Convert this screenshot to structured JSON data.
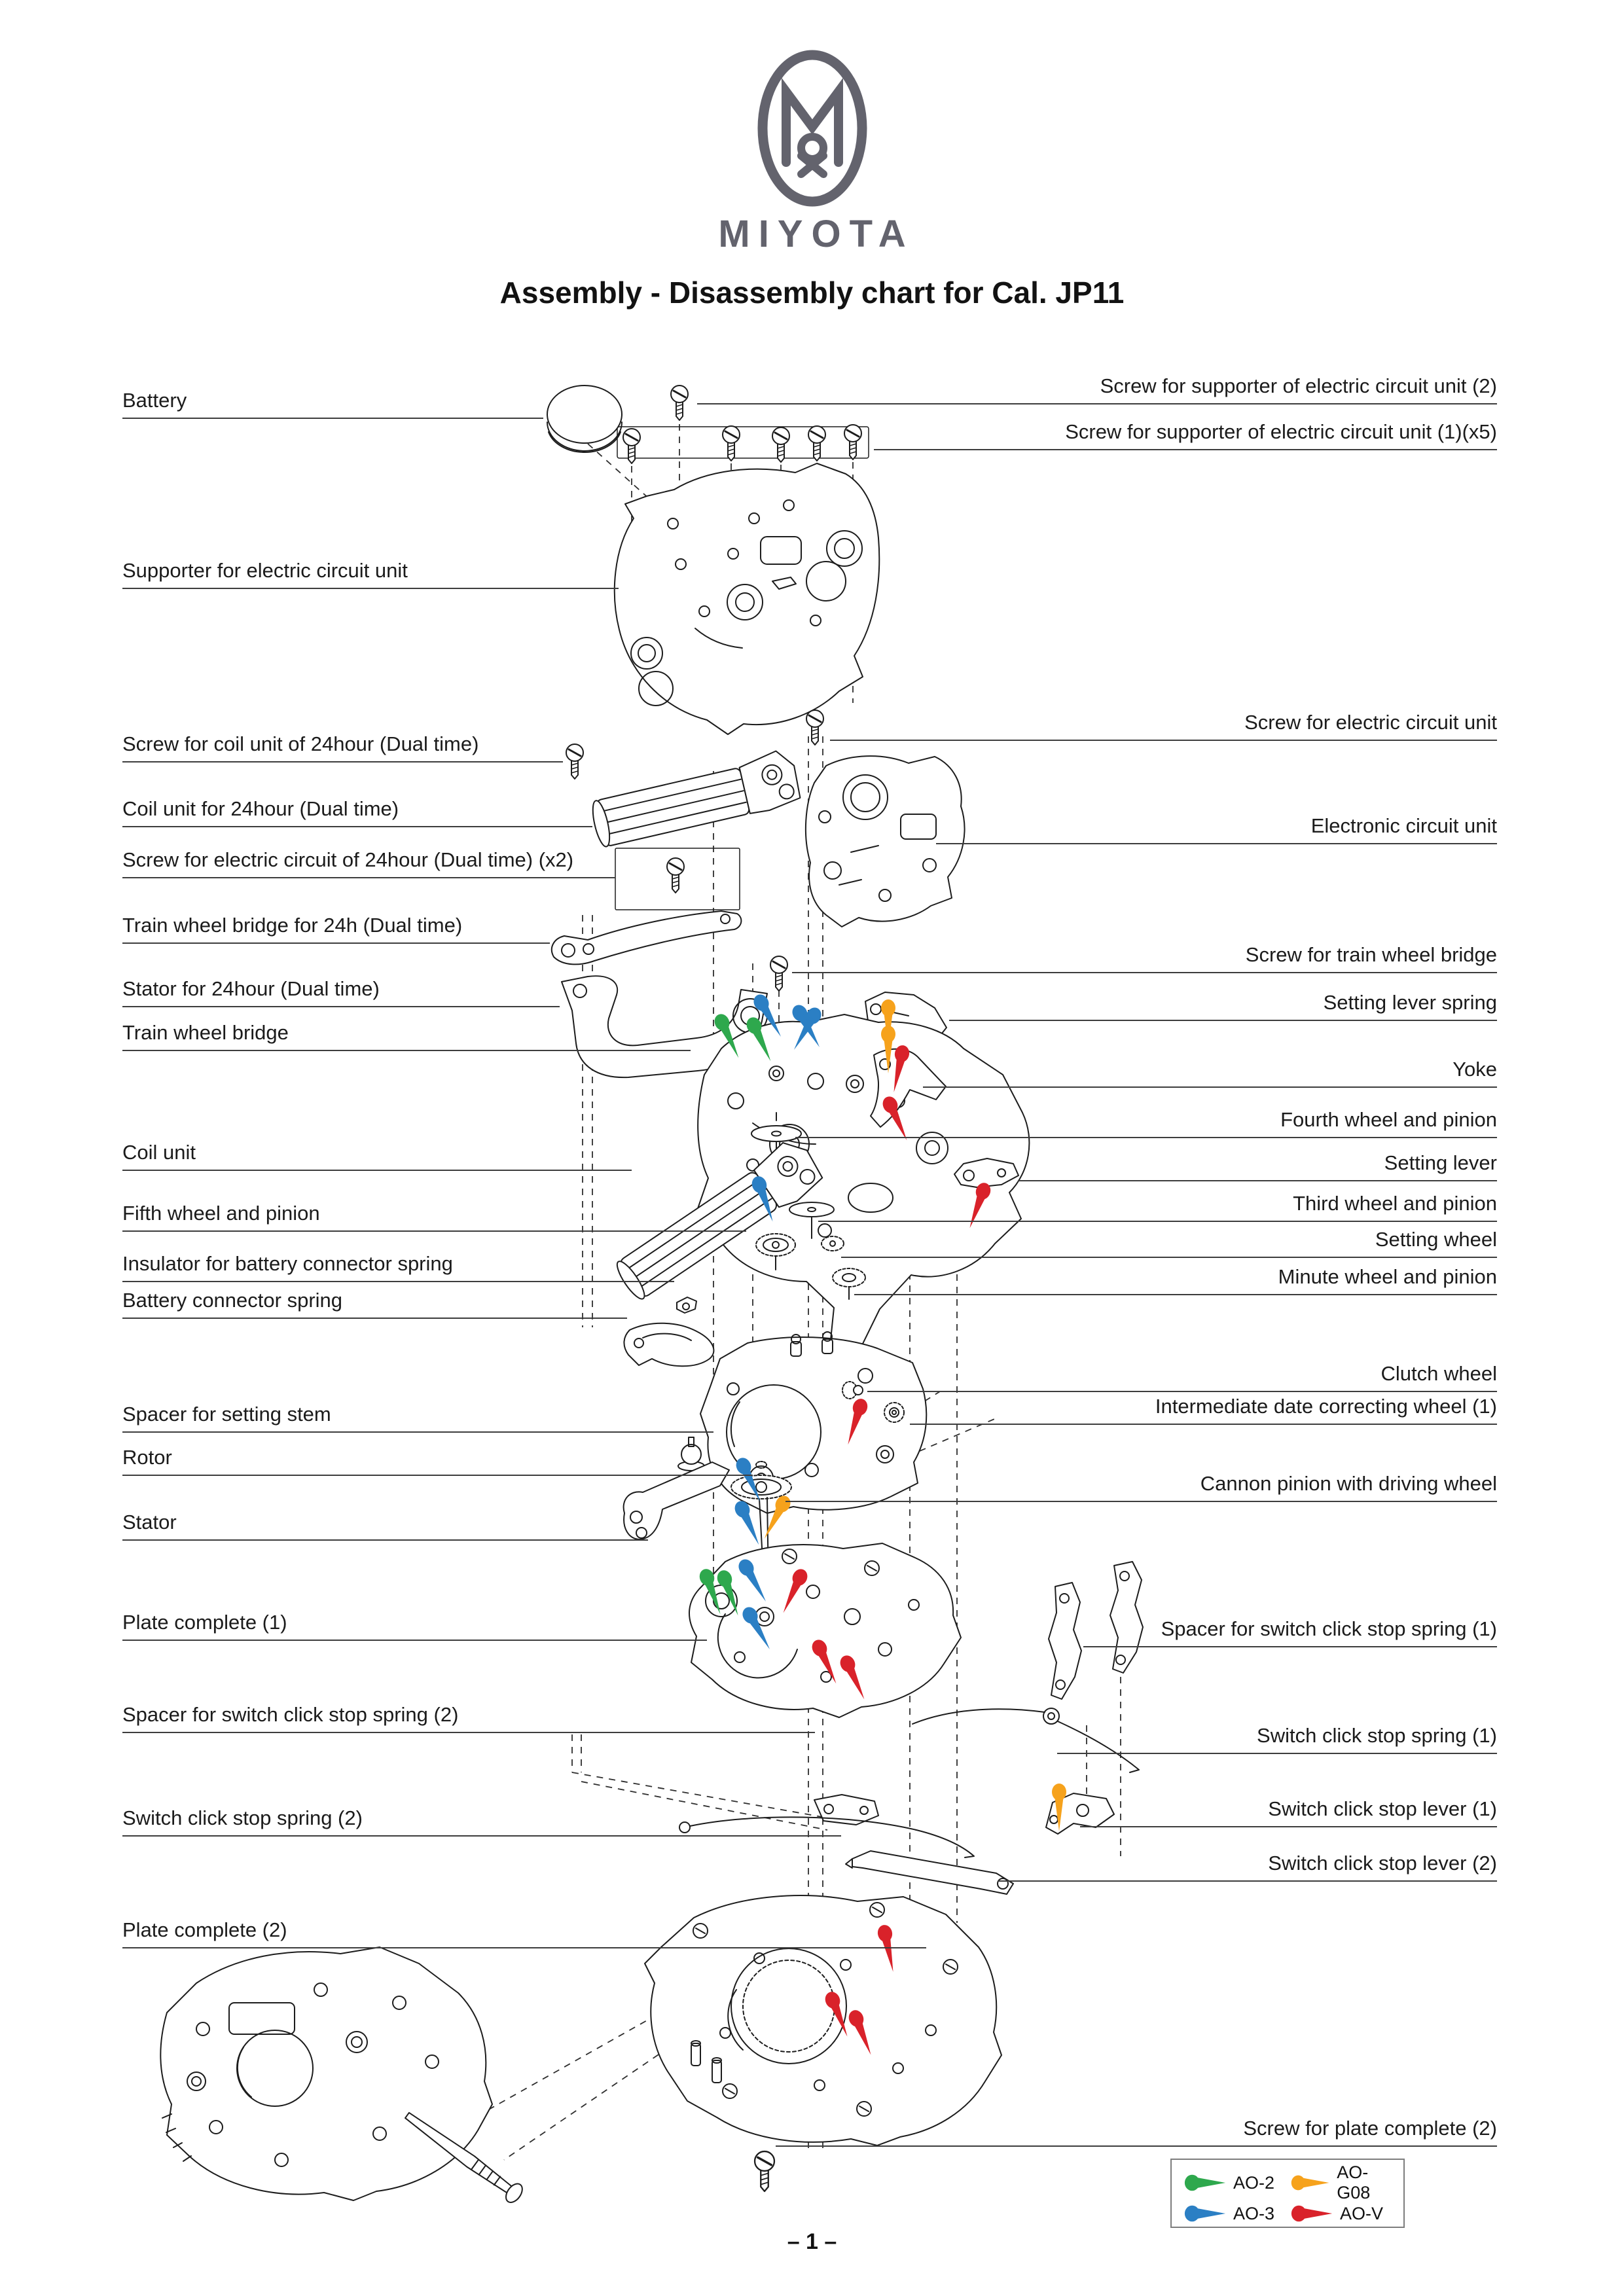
{
  "logo": {
    "brand": "MIYOTA"
  },
  "title": "Assembly - Disassembly chart for Cal. JP11",
  "page": {
    "page_number": "– 1 –"
  },
  "labels": {
    "left": [
      {
        "text": "Battery"
      },
      {
        "text": "Supporter for electric circuit unit"
      },
      {
        "text": "Screw for coil unit of 24hour (Dual time)"
      },
      {
        "text": "Coil unit for 24hour (Dual time)"
      },
      {
        "text": "Screw for electric circuit of 24hour (Dual time) (x2)"
      },
      {
        "text": "Train wheel bridge for 24h (Dual time)"
      },
      {
        "text": "Stator for 24hour (Dual time)"
      },
      {
        "text": "Train wheel bridge"
      },
      {
        "text": "Coil unit"
      },
      {
        "text": "Fifth wheel and pinion"
      },
      {
        "text": "Insulator for battery connector spring"
      },
      {
        "text": "Battery connector spring"
      },
      {
        "text": "Spacer for setting stem"
      },
      {
        "text": "Rotor"
      },
      {
        "text": "Stator"
      },
      {
        "text": "Plate complete (1)"
      },
      {
        "text": "Spacer for switch click stop spring (2)"
      },
      {
        "text": "Switch click stop spring (2)"
      },
      {
        "text": "Plate complete (2)"
      }
    ],
    "right": [
      {
        "text": "Screw for supporter of electric circuit unit (2)"
      },
      {
        "text": "Screw for supporter of electric circuit unit (1)(x5)"
      },
      {
        "text": "Screw for electric circuit unit"
      },
      {
        "text": "Electronic circuit unit"
      },
      {
        "text": "Screw for train wheel bridge"
      },
      {
        "text": "Setting lever spring"
      },
      {
        "text": "Yoke"
      },
      {
        "text": "Fourth wheel and pinion"
      },
      {
        "text": "Setting lever"
      },
      {
        "text": "Third wheel and pinion"
      },
      {
        "text": "Setting wheel"
      },
      {
        "text": "Minute wheel and pinion"
      },
      {
        "text": "Clutch wheel"
      },
      {
        "text": "Intermediate date correcting wheel (1)"
      },
      {
        "text": "Cannon pinion with driving wheel"
      },
      {
        "text": "Spacer for switch click stop spring (1)"
      },
      {
        "text": "Switch click stop spring (1)"
      },
      {
        "text": "Switch click stop lever (1)"
      },
      {
        "text": "Switch click stop lever (2)"
      },
      {
        "text": "Screw for plate complete (2)"
      }
    ]
  },
  "legend": {
    "entries": [
      {
        "label": "AO-2",
        "color": "#2EA84D"
      },
      {
        "label": "AO-G08",
        "color": "#F6A21C"
      },
      {
        "label": "AO-3",
        "color": "#2B7FC4"
      },
      {
        "label": "AO-V",
        "color": "#D9222A"
      }
    ]
  },
  "colors": {
    "line_art": "#1c1c1c",
    "brand_gray": "#63636d",
    "oil_green": "#2EA84D",
    "oil_orange": "#F6A21C",
    "oil_blue": "#2B7FC4",
    "oil_red": "#D9222A"
  }
}
